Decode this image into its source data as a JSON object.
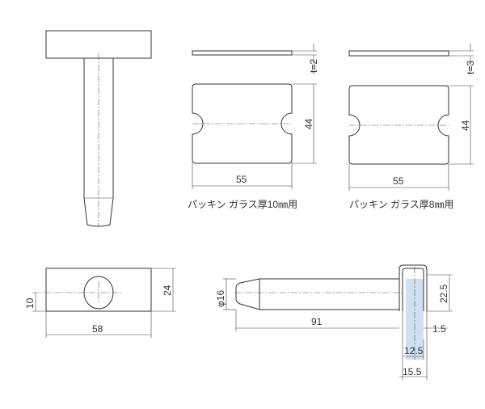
{
  "gasket_10mm": {
    "thickness": "t=2",
    "height": "44",
    "width": "55",
    "caption": "パッキン ガラス厚10㎜用"
  },
  "gasket_8mm": {
    "thickness": "t=3",
    "height": "44",
    "width": "55",
    "caption": "パッキン ガラス厚8㎜用"
  },
  "front_view": {
    "width": "58",
    "height": "24",
    "hole_offset": "10"
  },
  "side_view": {
    "diameter": "φ16",
    "length": "91",
    "bracket_height": "22.5",
    "wall": "1.5",
    "inner_width": "12.5",
    "outer_width": "15.5"
  },
  "colors": {
    "glass_fill": "#cfe0f2"
  }
}
